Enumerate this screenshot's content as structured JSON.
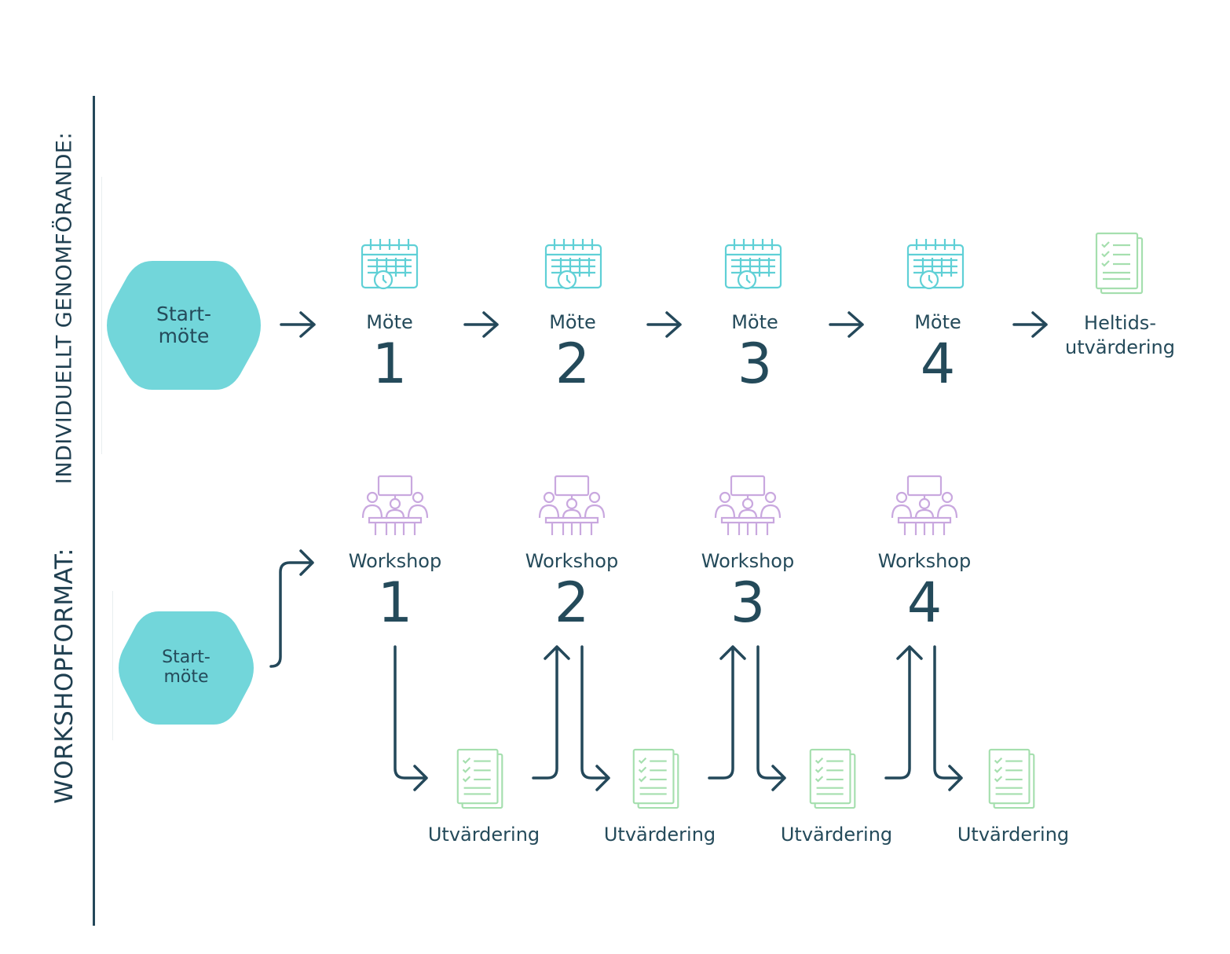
{
  "section_labels": {
    "individual": "INDIVIDUELLT GENOMFÖRANDE:",
    "workshop": "WORKSHOPFORMAT:"
  },
  "individual_flow": {
    "start": {
      "line1": "Start-",
      "line2": "möte"
    },
    "steps": [
      {
        "title": "Möte",
        "number": "1"
      },
      {
        "title": "Möte",
        "number": "2"
      },
      {
        "title": "Möte",
        "number": "3"
      },
      {
        "title": "Möte",
        "number": "4"
      }
    ],
    "final": {
      "line1": "Heltids-",
      "line2": "utvärdering"
    }
  },
  "workshop_flow": {
    "start": {
      "line1": "Start-",
      "line2": "möte"
    },
    "steps": [
      {
        "title": "Workshop",
        "number": "1"
      },
      {
        "title": "Workshop",
        "number": "2"
      },
      {
        "title": "Workshop",
        "number": "3"
      },
      {
        "title": "Workshop",
        "number": "4"
      }
    ],
    "evaluations": [
      {
        "label": "Utvärdering"
      },
      {
        "label": "Utvärdering"
      },
      {
        "label": "Utvärdering"
      },
      {
        "label": "Utvärdering"
      }
    ]
  },
  "icons": {
    "meeting": "calendar-clock-icon",
    "workshop": "team-meeting-icon",
    "evaluation": "checklist-clipboard-icon"
  },
  "colors": {
    "dark": "#24485a",
    "teal": "#72d6da",
    "calendar": "#5fd0d6",
    "workshop": "#c9a8df",
    "evaluation": "#a5dfae"
  }
}
